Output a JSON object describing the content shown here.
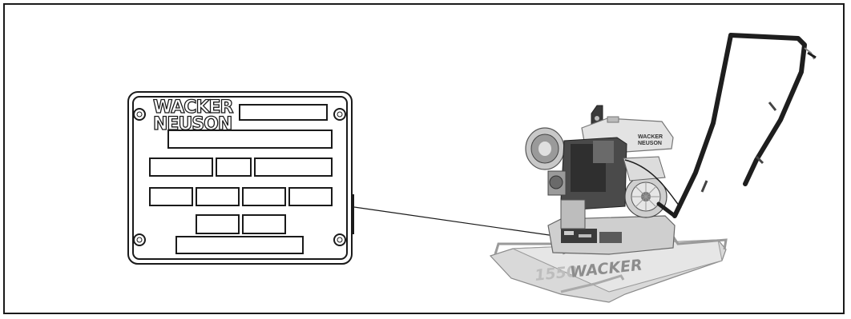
{
  "nameplate": {
    "logo_line1": "WACKER",
    "logo_line2": "NEUSON"
  },
  "machine": {
    "engine_logo_line1": "WACKER",
    "engine_logo_line2": "NEUSON",
    "base_model": "1550",
    "base_brand": "WACKER"
  },
  "colors": {
    "line": "#1a1a1a",
    "machine_dark": "#333333",
    "machine_mid": "#8a8a8a",
    "machine_light": "#d9d9d9"
  }
}
